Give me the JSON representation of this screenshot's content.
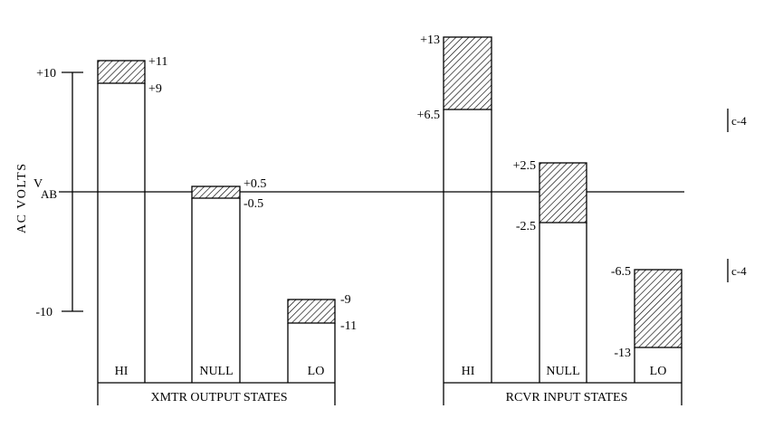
{
  "axis": {
    "label": "AC VOLTS",
    "ref_main": "V",
    "ref_sub": "AB",
    "tick_top": "+10",
    "tick_bottom": "-10"
  },
  "xmtr": {
    "group_label": "XMTR OUTPUT STATES",
    "columns": [
      {
        "label": "HI",
        "upper": "+11",
        "lower": "+9"
      },
      {
        "label": "NULL",
        "upper": "+0.5",
        "lower": "-0.5"
      },
      {
        "label": "LO",
        "upper": "-9",
        "lower": "-11"
      }
    ]
  },
  "rcvr": {
    "group_label": "RCVR INPUT STATES",
    "columns": [
      {
        "label": "HI",
        "upper": "+13",
        "lower": "+6.5"
      },
      {
        "label": "NULL",
        "upper": "+2.5",
        "lower": "-2.5"
      },
      {
        "label": "LO",
        "upper": "-6.5",
        "lower": "-13"
      }
    ]
  },
  "notes": {
    "top": "c-4",
    "bottom": "c-4"
  }
}
